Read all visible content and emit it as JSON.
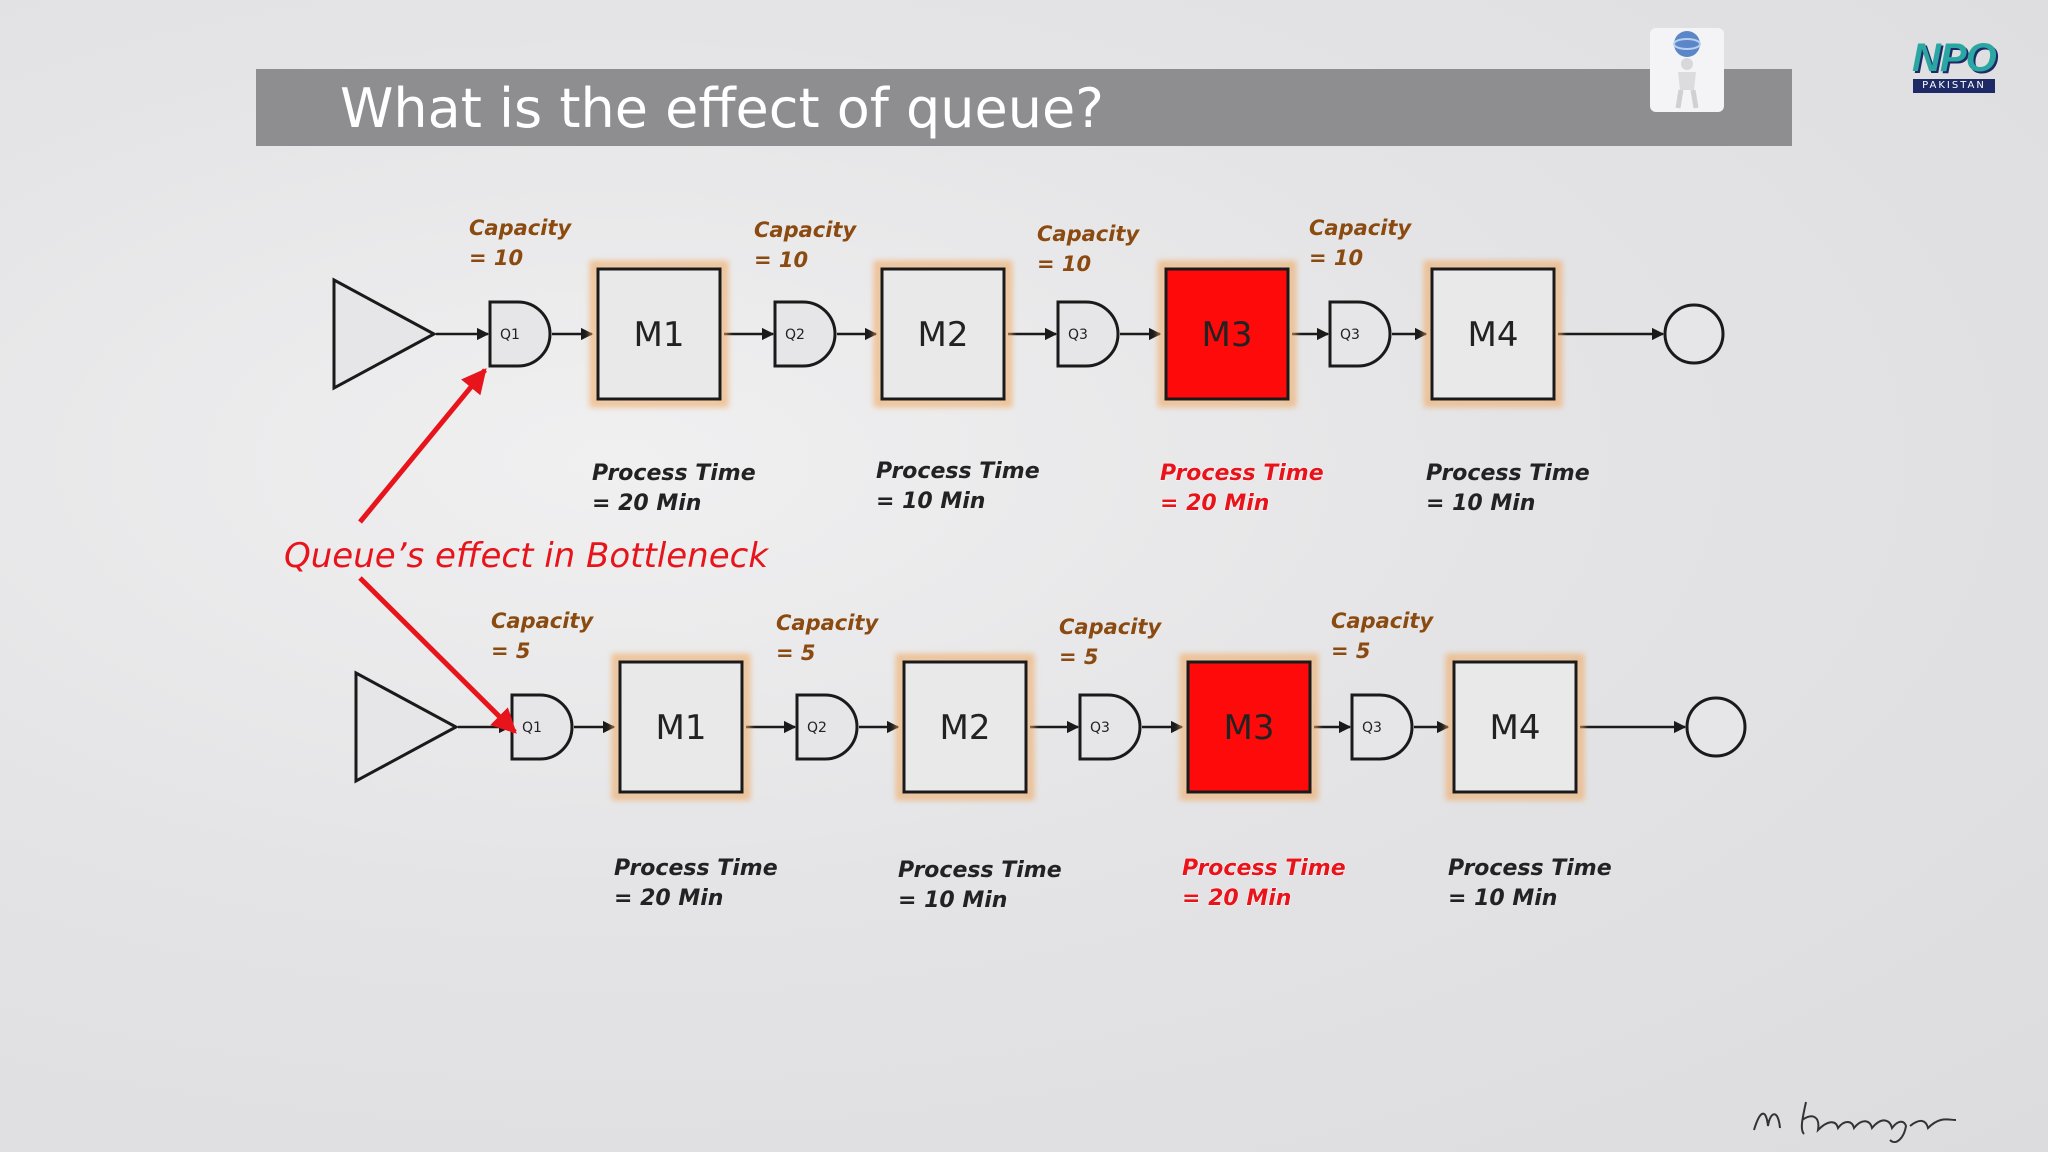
{
  "slide": {
    "title": "What is the effect of queue?",
    "logo_text": "NPO",
    "logo_subtext": "PAKISTAN",
    "signature_icon": "handwritten-signature",
    "figure_icon": "globe-person-icon"
  },
  "annotation": {
    "label": "Queue’s effect in Bottleneck",
    "color": "#e8141b"
  },
  "colors": {
    "bottleneck": "#ff0a0a",
    "machine_fill": "#e9e9ea",
    "flow_glow": "#7fd3ec",
    "capacity_text": "#8a4a10"
  },
  "lines": [
    {
      "queues": [
        {
          "label": "Q1",
          "capacity_label": "Capacity",
          "capacity_value": "= 10"
        },
        {
          "label": "Q2",
          "capacity_label": "Capacity",
          "capacity_value": "= 10"
        },
        {
          "label": "Q3",
          "capacity_label": "Capacity",
          "capacity_value": "= 10"
        },
        {
          "label": "Q3",
          "capacity_label": "Capacity",
          "capacity_value": "= 10"
        }
      ],
      "machines": [
        {
          "label": "M1",
          "pt_label": "Process Time",
          "pt_value": "= 20 Min",
          "bottleneck": false
        },
        {
          "label": "M2",
          "pt_label": "Process Time",
          "pt_value": "= 10 Min",
          "bottleneck": false
        },
        {
          "label": "M3",
          "pt_label": "Process Time",
          "pt_value": "= 20 Min",
          "bottleneck": true
        },
        {
          "label": "M4",
          "pt_label": "Process Time",
          "pt_value": "= 10 Min",
          "bottleneck": false
        }
      ]
    },
    {
      "queues": [
        {
          "label": "Q1",
          "capacity_label": "Capacity",
          "capacity_value": "= 5"
        },
        {
          "label": "Q2",
          "capacity_label": "Capacity",
          "capacity_value": "= 5"
        },
        {
          "label": "Q3",
          "capacity_label": "Capacity",
          "capacity_value": "= 5"
        },
        {
          "label": "Q3",
          "capacity_label": "Capacity",
          "capacity_value": "= 5"
        }
      ],
      "machines": [
        {
          "label": "M1",
          "pt_label": "Process Time",
          "pt_value": "= 20 Min",
          "bottleneck": false
        },
        {
          "label": "M2",
          "pt_label": "Process Time",
          "pt_value": "= 10 Min",
          "bottleneck": false
        },
        {
          "label": "M3",
          "pt_label": "Process Time",
          "pt_value": "= 20 Min",
          "bottleneck": true
        },
        {
          "label": "M4",
          "pt_label": "Process Time",
          "pt_value": "= 10 Min",
          "bottleneck": false
        }
      ]
    }
  ]
}
